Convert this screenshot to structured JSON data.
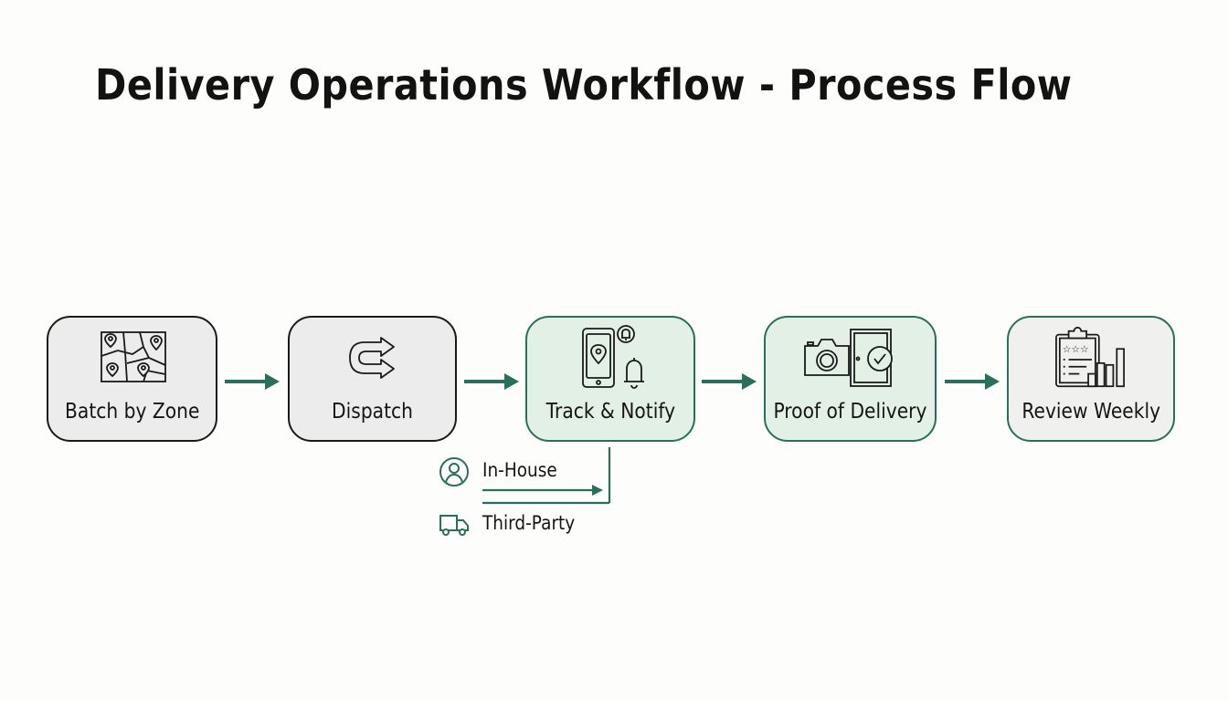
{
  "title": "Delivery Operations Workflow - Process Flow",
  "colors": {
    "accent": "#2a6e5c",
    "gray_fill": "#ececec",
    "green_fill": "#e2f0e6",
    "ink": "#151515"
  },
  "steps": [
    {
      "label": "Batch by Zone",
      "icon": "map-pins-icon",
      "style": "gray"
    },
    {
      "label": "Dispatch",
      "icon": "split-arrows-icon",
      "style": "gray"
    },
    {
      "label": "Track & Notify",
      "icon": "phone-location-bell-icon",
      "style": "green"
    },
    {
      "label": "Proof of Delivery",
      "icon": "camera-door-check-icon",
      "style": "green"
    },
    {
      "label": "Review Weekly",
      "icon": "clipboard-chart-icon",
      "style": "white-green"
    }
  ],
  "branches": [
    {
      "label": "In-House",
      "icon": "person-icon"
    },
    {
      "label": "Third-Party",
      "icon": "truck-icon"
    }
  ]
}
